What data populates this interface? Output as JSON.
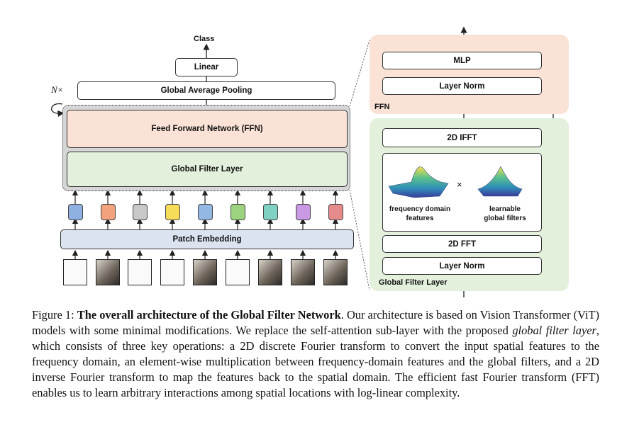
{
  "left": {
    "class_label": "Class",
    "linear": "Linear",
    "gap": "Global Average Pooling",
    "repeat": "N×",
    "ffn": "Feed Forward Network (FFN)",
    "gfl": "Global Filter Layer",
    "patch_embedding": "Patch Embedding",
    "token_colors": [
      "#8fb0e0",
      "#f2a27e",
      "#c8c8c8",
      "#f7dc5a",
      "#93b8e3",
      "#9cd37f",
      "#7fd1c1",
      "#c99ae3",
      "#e58b8b"
    ]
  },
  "right": {
    "mlp": "MLP",
    "ffn_layer_norm": "Layer Norm",
    "ffn_label": "FFN",
    "ifft": "2D IFFT",
    "freq_features": "frequency domain\nfeatures",
    "times": "×",
    "learnable_filters": "learnable\nglobal filters",
    "fft": "2D FFT",
    "gfl_layer_norm": "Layer Norm",
    "gfl_label": "Global Filter Layer",
    "colors": {
      "ffn_bg": "#fae2d6",
      "gfl_bg": "#e3f0dc"
    }
  },
  "caption": {
    "figure": "Figure 1: ",
    "title": "The overall architecture of the Global Filter Network",
    "sentence_a": ". Our architecture is based on Vision Transformer (ViT) models with some minimal modifications. We replace the self-attention sub-layer with the proposed ",
    "emph": "global filter layer",
    "sentence_b": ", which consists of three key operations: a 2D discrete Fourier transform to convert the input spatial features to the frequency domain, an element-wise multiplication between frequency-domain features and the global filters, and a 2D inverse Fourier transform to map the features back to the spatial domain. The efficient fast Fourier transform (FFT) enables us to learn arbitrary interactions among spatial locations with log-linear complexity."
  }
}
